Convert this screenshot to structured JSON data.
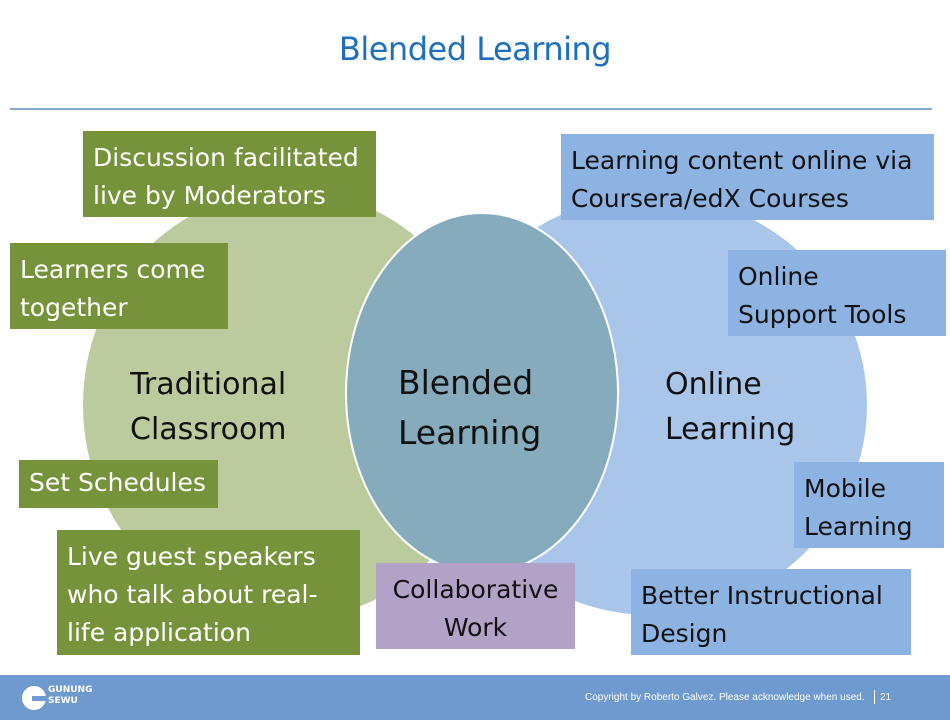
{
  "title": "Blended Learning",
  "venn": {
    "left_label": "Traditional\nClassroom",
    "center_label": "Blended\nLearning",
    "right_label": "Online\nLearning",
    "colors": {
      "left": "#bccb9e",
      "right": "#a9c6ea",
      "center": "#86abbc"
    }
  },
  "traditional_features": [
    "Discussion facilitated\nlive by Moderators",
    "Learners come\ntogether",
    "Set Schedules",
    "Live guest speakers\nwho talk about real-\nlife application"
  ],
  "online_features": [
    "Learning content online via\nCoursera/edX Courses",
    "Online\nSupport Tools",
    "Mobile\nLearning",
    "Better Instructional\nDesign"
  ],
  "blended_feature": "Collaborative\nWork",
  "footer": {
    "logo": "GUNUNG\nSEWU",
    "copyright": "Copyright by Roberto Galvez. Please acknowledge when used.",
    "page_number": "21"
  }
}
